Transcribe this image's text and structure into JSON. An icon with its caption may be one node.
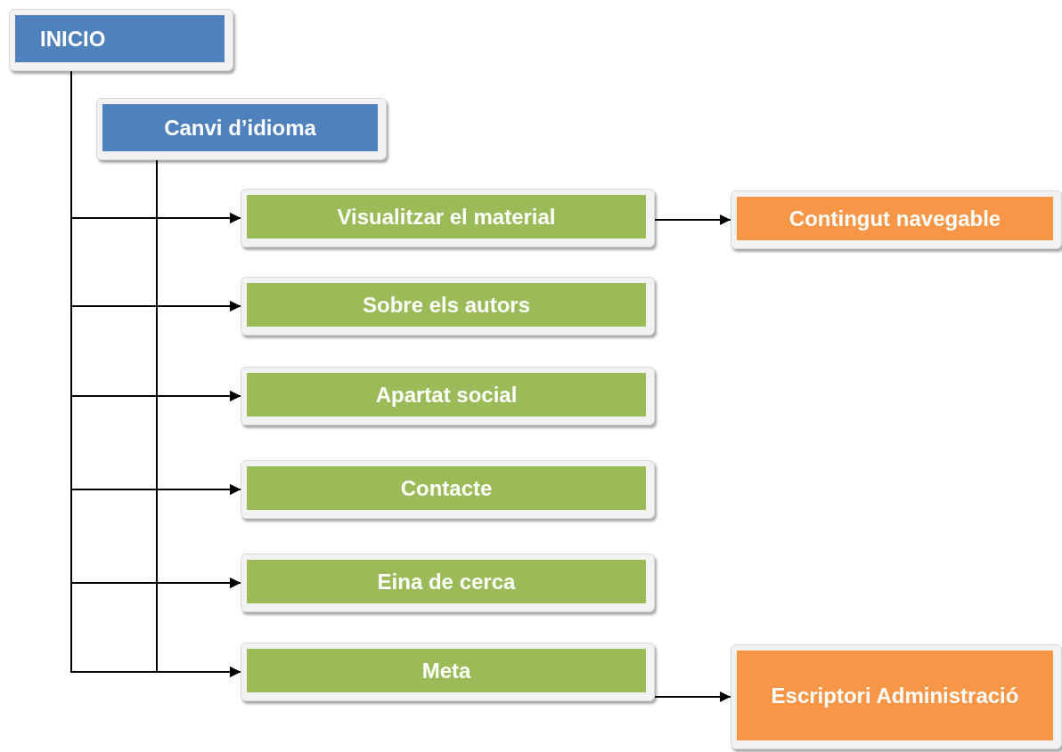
{
  "diagram": {
    "nodes": [
      {
        "text": [
          "INICIO"
        ]
      },
      {
        "text": [
          "Canvi d’idioma"
        ]
      },
      {
        "text": [
          "Visualitzar el material"
        ]
      },
      {
        "text": [
          "Sobre els autors"
        ]
      },
      {
        "text": [
          "Apartat social"
        ]
      },
      {
        "text": [
          "Contacte"
        ]
      },
      {
        "text": [
          "Eina de cerca"
        ]
      },
      {
        "text": [
          "Meta"
        ]
      },
      {
        "text": [
          "Contingut navegable"
        ]
      },
      {
        "text": [
          "Escriptori Administració"
        ]
      }
    ],
    "edges": [
      {
        "from": 0,
        "to": 2,
        "arrow": "to"
      },
      {
        "from": 0,
        "to": 3,
        "arrow": "to"
      },
      {
        "from": 0,
        "to": 4,
        "arrow": "to"
      },
      {
        "from": 0,
        "to": 5,
        "arrow": "to"
      },
      {
        "from": 0,
        "to": 6,
        "arrow": "to"
      },
      {
        "from": 0,
        "to": 7,
        "arrow": "to"
      },
      {
        "from": 1,
        "to": 2,
        "arrow": "to"
      },
      {
        "from": 1,
        "to": 3,
        "arrow": "to"
      },
      {
        "from": 1,
        "to": 4,
        "arrow": "to"
      },
      {
        "from": 1,
        "to": 5,
        "arrow": "to"
      },
      {
        "from": 1,
        "to": 6,
        "arrow": "to"
      },
      {
        "from": 1,
        "to": 7,
        "arrow": "to"
      },
      {
        "from": 2,
        "to": 8,
        "arrow": "to"
      },
      {
        "from": 7,
        "to": 9,
        "arrow": "to"
      }
    ]
  }
}
